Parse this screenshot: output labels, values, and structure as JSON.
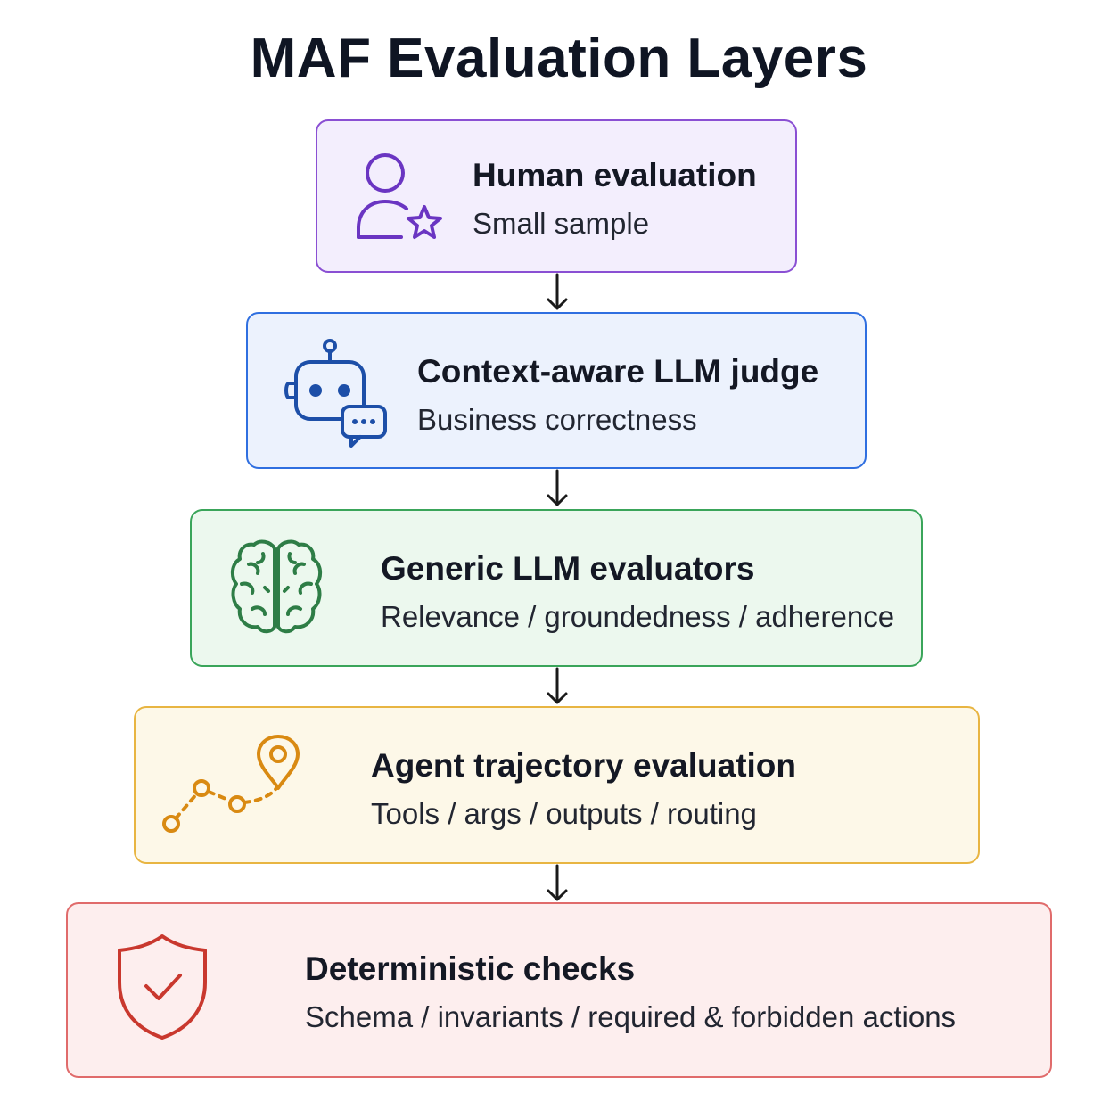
{
  "title": "MAF Evaluation Layers",
  "layers": [
    {
      "name": "Human evaluation",
      "desc": "Small sample",
      "icon": "user-star-icon",
      "border": "#8a4fd3",
      "fill": "#f3eefd",
      "icon_color": "#6a35c2"
    },
    {
      "name": "Context-aware LLM judge",
      "desc": "Business correctness",
      "icon": "robot-chat-icon",
      "border": "#2f6fe0",
      "fill": "#ecf2fd",
      "icon_color": "#1d4fa8"
    },
    {
      "name": "Generic LLM evaluators",
      "desc": "Relevance / groundedness / adherence",
      "icon": "brain-icon",
      "border": "#3aa55a",
      "fill": "#ecf8ee",
      "icon_color": "#2e7d46"
    },
    {
      "name": "Agent trajectory evaluation",
      "desc": "Tools / args / outputs / routing",
      "icon": "route-pin-icon",
      "border": "#e8b542",
      "fill": "#fdf8e8",
      "icon_color": "#d98a12"
    },
    {
      "name": "Deterministic checks",
      "desc": "Schema / invariants / required & forbidden actions",
      "icon": "shield-check-icon",
      "border": "#e06b6b",
      "fill": "#fdeeee",
      "icon_color": "#c9382e"
    }
  ]
}
